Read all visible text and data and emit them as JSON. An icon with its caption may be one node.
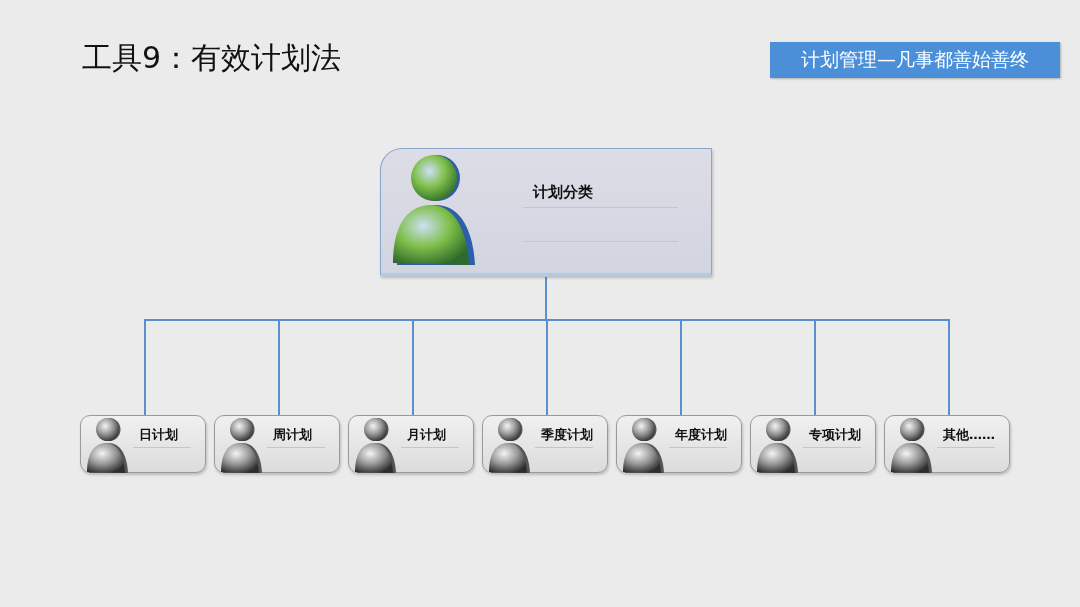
{
  "diagram": {
    "title": "工具9：有效计划法",
    "nodes": [
      {
        "text": [
          "计划分类"
        ]
      },
      {
        "text": [
          "日计划"
        ]
      },
      {
        "text": [
          "周计划"
        ]
      },
      {
        "text": [
          "月计划"
        ]
      },
      {
        "text": [
          "季度计划"
        ]
      },
      {
        "text": [
          "年度计划"
        ]
      },
      {
        "text": [
          "专项计划"
        ]
      },
      {
        "text": [
          "其他……"
        ]
      }
    ],
    "edges": [
      {
        "from": 0,
        "to": 1,
        "arrow": "none"
      },
      {
        "from": 0,
        "to": 2,
        "arrow": "none"
      },
      {
        "from": 0,
        "to": 3,
        "arrow": "none"
      },
      {
        "from": 0,
        "to": 4,
        "arrow": "none"
      },
      {
        "from": 0,
        "to": 5,
        "arrow": "none"
      },
      {
        "from": 0,
        "to": 6,
        "arrow": "none"
      },
      {
        "from": 0,
        "to": 7,
        "arrow": "none"
      }
    ],
    "labels": [
      "计划管理—凡事都善始善终"
    ]
  }
}
